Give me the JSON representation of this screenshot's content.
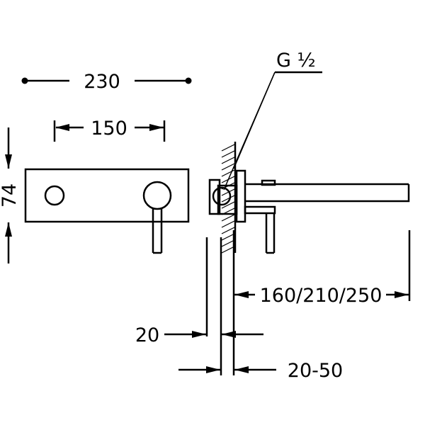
{
  "drawing": {
    "dimensions": {
      "total_width": "230",
      "handle_spacing": "150",
      "plate_height": "74",
      "spout_length": "160/210/250",
      "plate_offset": "20",
      "wall_range": "20-50",
      "thread": "G ½"
    }
  }
}
